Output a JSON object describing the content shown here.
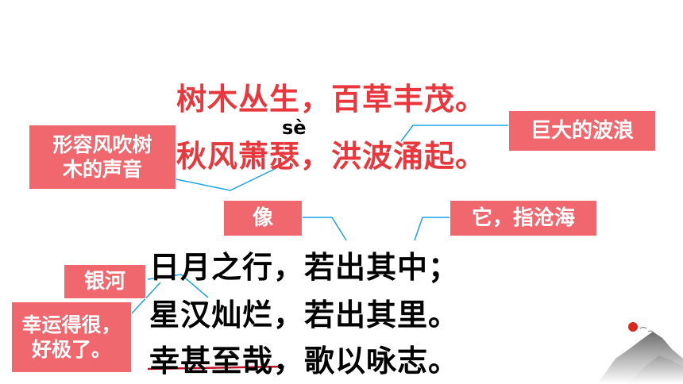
{
  "poem": {
    "line1": "树木丛生，百草丰茂。",
    "line2": "秋风萧瑟，洪波涌起。",
    "line3": "日月之行，若出其中；",
    "line4": "星汉灿烂，若出其里。",
    "line5": "幸甚至哉，歌以咏志。"
  },
  "pinyin": "sè",
  "notes": {
    "xiao_se": "形容风吹树木的声音",
    "xiao_se_line1": "形容风吹树",
    "xiao_se_line2": "木的声音",
    "hong_bo": "巨大的波浪",
    "ruo": "像",
    "qi": "它，指沧海",
    "xing_han": "银河",
    "xing_shen": "幸运得很，好极了。",
    "xing_shen_line1": "幸运得很，",
    "xing_shen_line2": "好极了。"
  },
  "colors": {
    "red_text": "#e8383d",
    "note_bg": "#f0686e",
    "leader": "#1aa3e8",
    "underline": "#c0142a"
  }
}
